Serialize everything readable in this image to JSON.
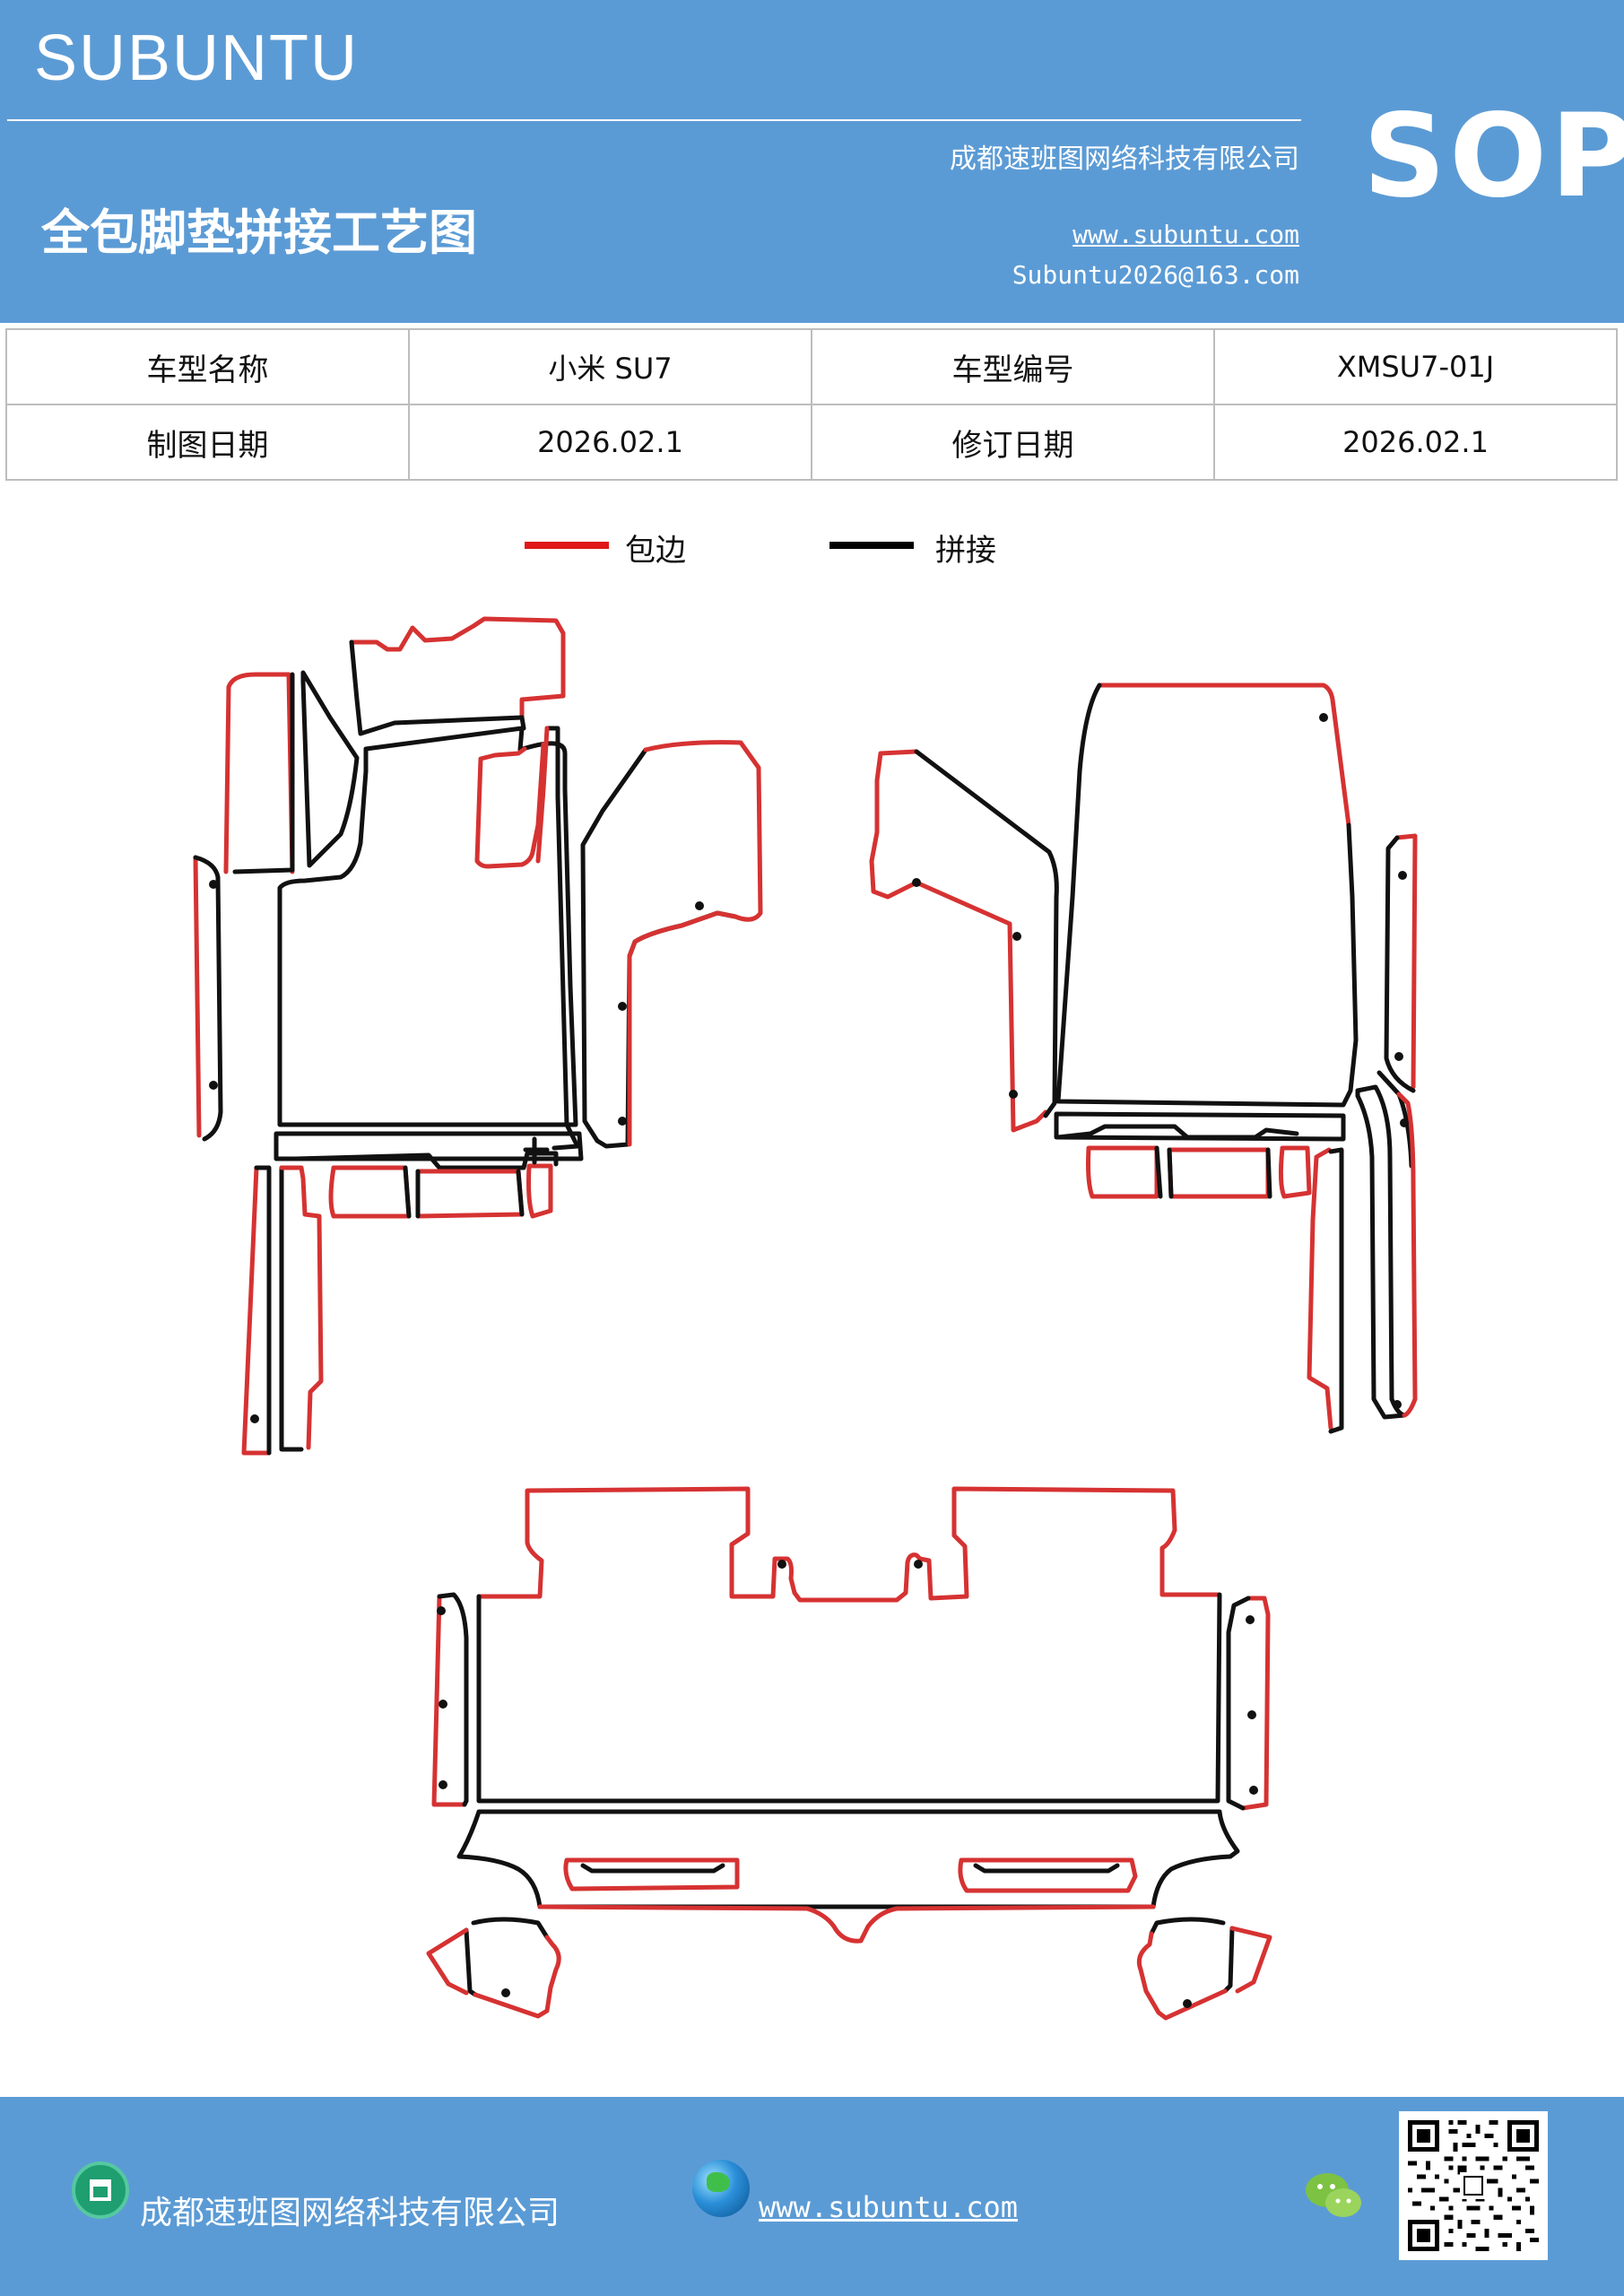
{
  "header": {
    "brand": "SUBUNTU",
    "company": "成都速班图网络科技有限公司",
    "title": "全包脚垫拼接工艺图",
    "website": "www.subuntu.com",
    "email": "Subuntu2026@163.com",
    "badge": "SOP"
  },
  "info_table": {
    "rows": [
      [
        "车型名称",
        "小米 SU7",
        "车型编号",
        "XMSU7-01J"
      ],
      [
        "制图日期",
        "2026.02.1",
        "修订日期",
        "2026.02.1"
      ]
    ]
  },
  "legend": {
    "items": [
      {
        "label": "包边",
        "color": "#e01818"
      },
      {
        "label": "拼接",
        "color": "#000000"
      }
    ]
  },
  "footer": {
    "company": "成都速班图网络科技有限公司",
    "website": "www.subuntu.com",
    "icons": [
      "building-icon",
      "globe-icon",
      "wechat-icon",
      "qr-code"
    ]
  },
  "colors": {
    "header_bg": "#5b9bd5",
    "edge_binding": "#d63232",
    "seam": "#111111"
  }
}
